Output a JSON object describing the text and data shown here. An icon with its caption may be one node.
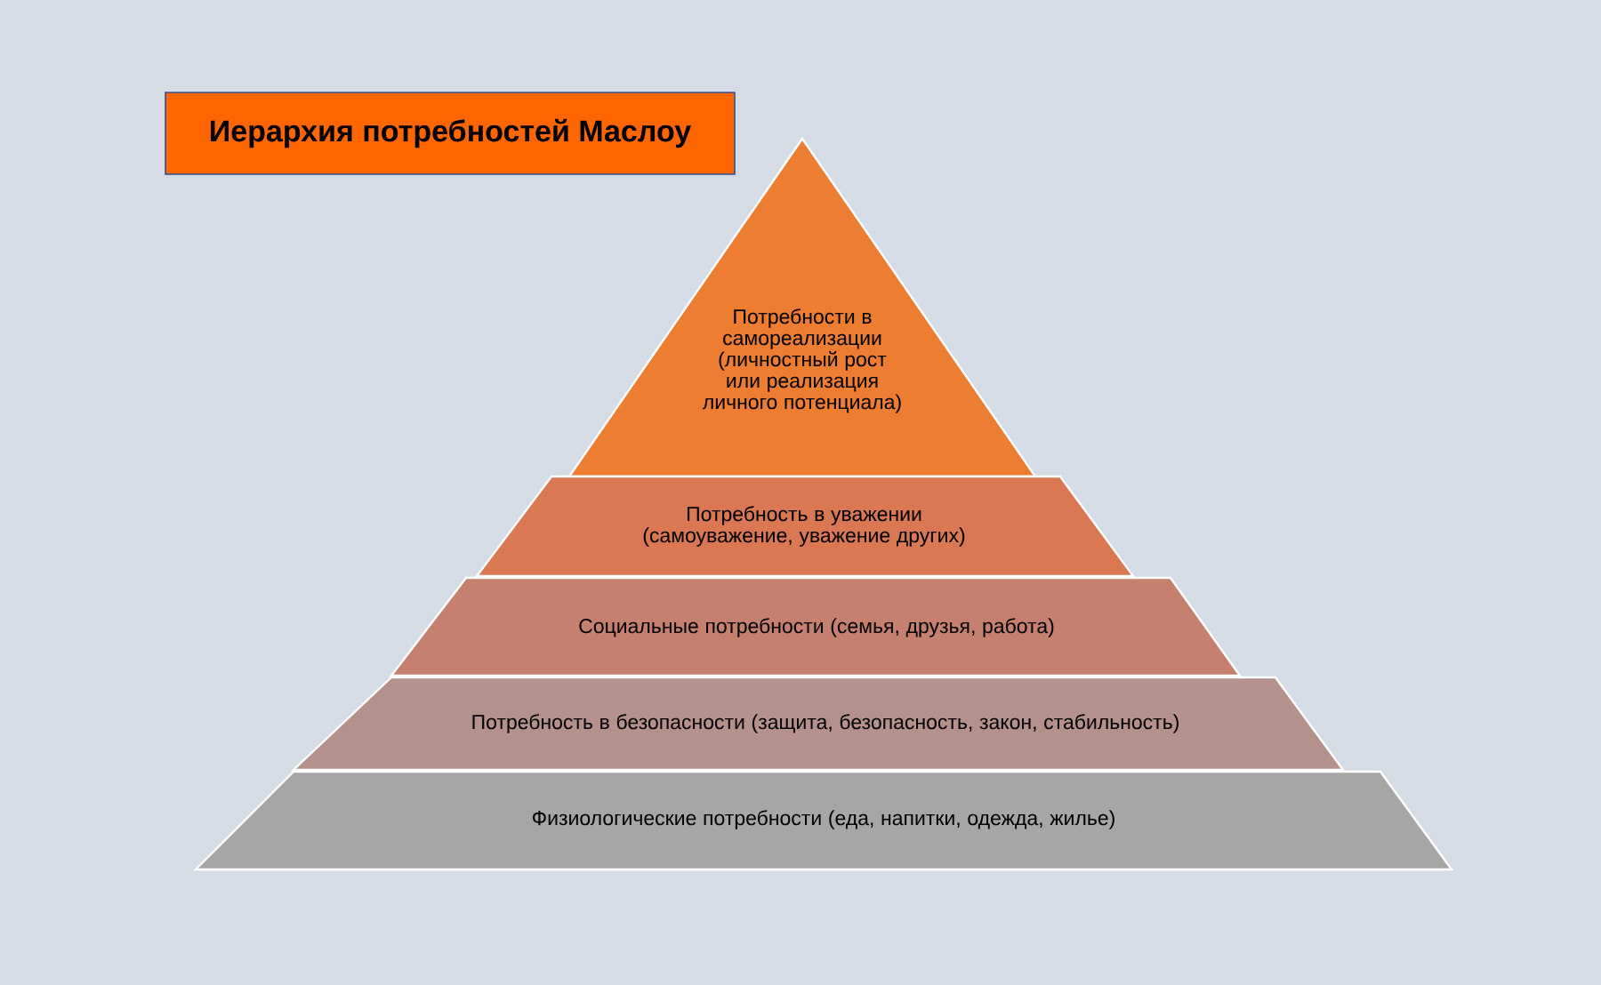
{
  "diagram": {
    "title": "Иерархия потребностей Маслоу",
    "nodes": [
      {
        "text": [
          "Потребности в самореализации (личностный рост или реализация личного потенциала)"
        ]
      },
      {
        "text": [
          "Потребность  в уважении (самоуважение, уважение других)"
        ]
      },
      {
        "text": [
          "Социальные потребности (семья, друзья, работа)"
        ]
      },
      {
        "text": [
          "Потребность в безопасности (защита, безопасность, закон, стабильность)"
        ]
      },
      {
        "text": [
          "Физиологические потребности (еда, напитки, одежда, жилье)"
        ]
      }
    ]
  }
}
